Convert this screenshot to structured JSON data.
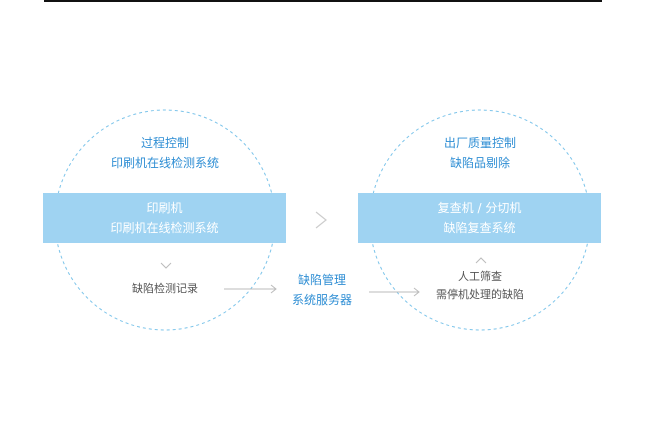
{
  "left": {
    "top_title": "过程控制",
    "top_subtitle": "印刷机在线检测系统",
    "band_title": "印刷机",
    "band_subtitle": "印刷机在线检测系统",
    "bottom_text": "缺陷检测记录"
  },
  "center": {
    "line1": "缺陷管理",
    "line2": "系统服务器"
  },
  "right": {
    "top_title": "出厂质量控制",
    "top_subtitle": "缺陷品剔除",
    "band_title": "复查机 / 分切机",
    "band_subtitle": "缺陷复查系统",
    "bottom_line1": "人工筛查",
    "bottom_line2": "需停机处理的缺陷"
  },
  "colors": {
    "accent_text": "#2e8ed4",
    "band_fill": "#9fd3f2",
    "dashed_circle": "#7cc4ea",
    "arrow": "#bbbbbb"
  }
}
